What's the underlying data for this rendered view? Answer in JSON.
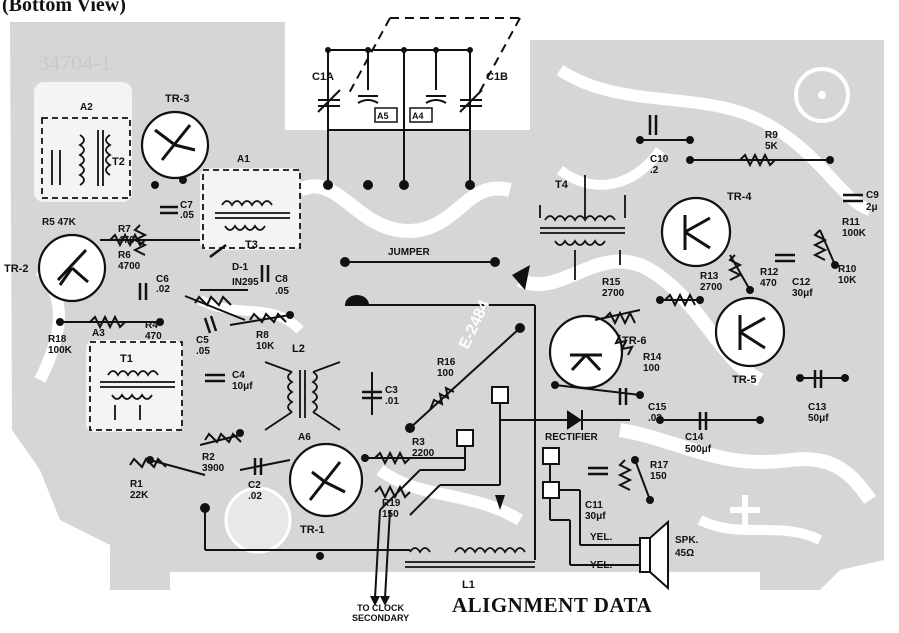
{
  "header": {
    "title": "(Bottom View)",
    "board_id": "34704-1"
  },
  "footer": {
    "caption": "ALIGNMENT DATA",
    "to_clock": "TO CLOCK",
    "secondary": "SECONDARY"
  },
  "components": {
    "c1a": "C1A",
    "c1b": "C1B",
    "a5": "A5",
    "a4": "A4",
    "a2": "A2",
    "tr3": "TR-3",
    "a1": "A1",
    "t2": "T2",
    "t3": "T3",
    "r5": "R5 47K",
    "r7": "R7",
    "r7v": "470",
    "c7": "C7",
    "c7v": ".05",
    "r6": "R6",
    "r6v": "4700",
    "c6": "C6",
    "c6v": ".02",
    "d1": "D-1",
    "d1v": "IN295",
    "c8": "C8",
    "c8v": ".05",
    "tr2": "TR-2",
    "r18": "R18",
    "r18v": "100K",
    "r4": "R4",
    "r4v": "470",
    "c5": "C5",
    "c5v": ".05",
    "r8": "R8",
    "r8v": "10K",
    "a3": "A3",
    "t1": "T1",
    "l2": "L2",
    "c4": "C4",
    "c4v": "10μf",
    "c3": "C3",
    "c3v": ".01",
    "a6": "A6",
    "r2": "R2",
    "r2v": "3900",
    "c2": "C2",
    "c2v": ".02",
    "r1": "R1",
    "r1v": "22K",
    "tr1": "TR-1",
    "r19": "R19",
    "r19v": "150",
    "jumper": "JUMPER",
    "t4": "T4",
    "r15": "R15",
    "r15v": "2700",
    "r16": "R16",
    "r16v": "100",
    "r3": "R3",
    "r3v": "2200",
    "tr6": "TR-6",
    "r14": "R14",
    "r14v": "100",
    "c15": "C15",
    "c15v": ".02",
    "rectifier": "RECTIFIER",
    "c11": "C11",
    "c11v": "30μf",
    "r17": "R17",
    "r17v": "150",
    "yel1": "YEL.",
    "yel2": "YEL.",
    "spk": "SPK.",
    "spkv": "45Ω",
    "l1": "L1",
    "c10": "C10",
    "c10v": ".2",
    "r9": "R9",
    "r9v": "5K",
    "tr4": "TR-4",
    "c9": "C9",
    "c9v": "2μ",
    "r11": "R11",
    "r11v": "100K",
    "r13": "R13",
    "r13v": "2700",
    "r12": "R12",
    "r12v": "470",
    "c12": "C12",
    "c12v": "30μf",
    "r10": "R10",
    "r10v": "10K",
    "tr5": "TR-5",
    "c13": "C13",
    "c13v": "50μf",
    "c14": "C14",
    "c14v": "500μf",
    "code": "E-2484"
  }
}
